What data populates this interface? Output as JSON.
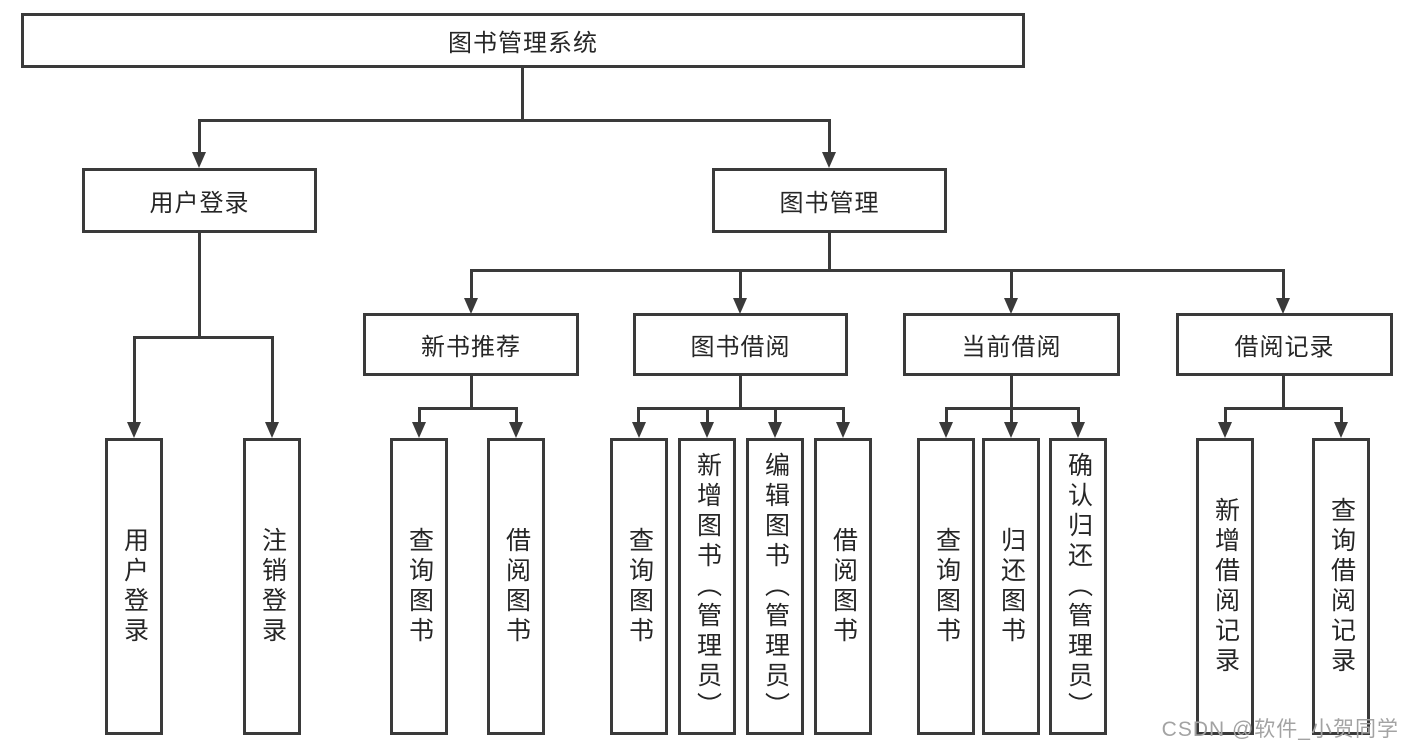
{
  "tree": {
    "label": "图书管理系统",
    "children": [
      {
        "label": "用户登录",
        "children": [
          {
            "label": "用户登录"
          },
          {
            "label": "注销登录"
          }
        ]
      },
      {
        "label": "图书管理",
        "children": [
          {
            "label": "新书推荐",
            "children": [
              {
                "label": "查询图书"
              },
              {
                "label": "借阅图书"
              }
            ]
          },
          {
            "label": "图书借阅",
            "children": [
              {
                "label": "查询图书"
              },
              {
                "label": "新增图书（管理员）"
              },
              {
                "label": "编辑图书（管理员）"
              },
              {
                "label": "借阅图书"
              }
            ]
          },
          {
            "label": "当前借阅",
            "children": [
              {
                "label": "查询图书"
              },
              {
                "label": "归还图书"
              },
              {
                "label": "确认归还（管理员）"
              }
            ]
          },
          {
            "label": "借阅记录",
            "children": [
              {
                "label": "新增借阅记录"
              },
              {
                "label": "查询借阅记录"
              }
            ]
          }
        ]
      }
    ]
  },
  "watermark": {
    "text": "CSDN @软件_小贺同学"
  },
  "colors": {
    "line": "#3a3a3a",
    "box_border": "#3a3a3a",
    "text": "#262626",
    "watermark": "#a3a3a3",
    "background": "#ffffff"
  }
}
